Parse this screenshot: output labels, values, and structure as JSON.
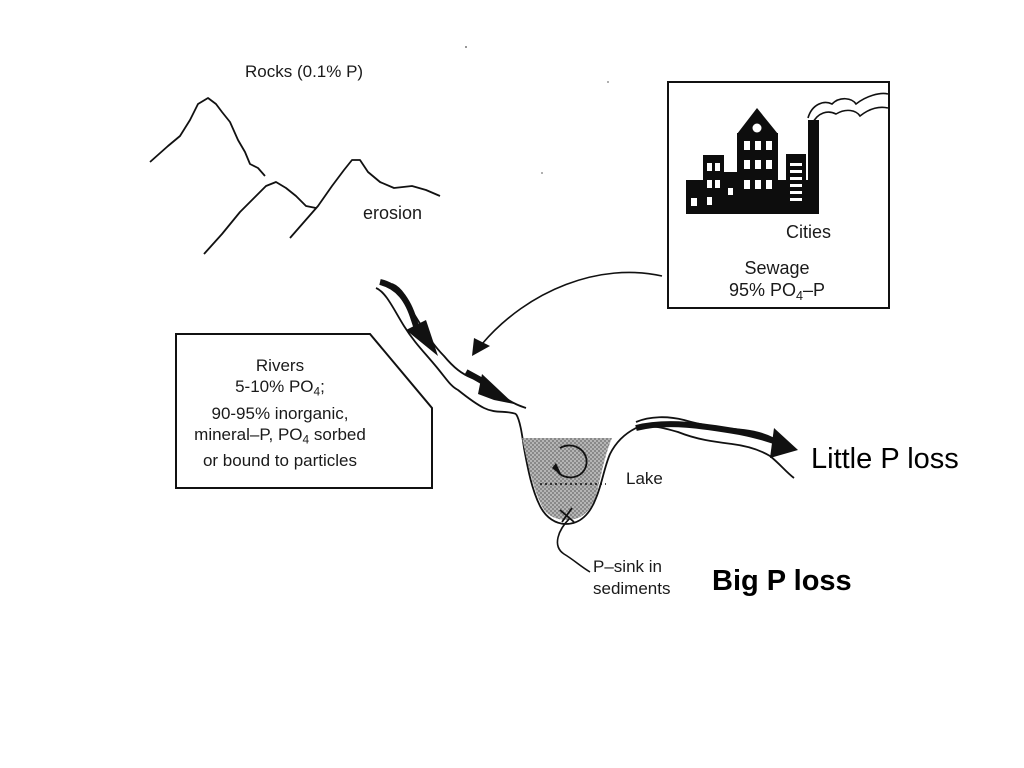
{
  "labels": {
    "rocks": "Rocks (0.1% P)",
    "erosion": "erosion",
    "cities": "Cities",
    "sewage_title": "Sewage",
    "sewage_pct": "95% PO",
    "sewage_sub": "4",
    "sewage_suffix": "–P",
    "rivers_title": "Rivers",
    "rivers_line2_prefix": "5-10% PO",
    "rivers_line2_sub": "4",
    "rivers_line2_suffix": ";",
    "rivers_line3": "90-95% inorganic,",
    "rivers_line4_prefix": "mineral–P, PO",
    "rivers_line4_sub": "4",
    "rivers_line4_suffix": " sorbed",
    "rivers_line5": "or bound to particles",
    "lake": "Lake",
    "psink_line1": "P–sink in",
    "psink_line2": "sediments",
    "little_loss": "Little P loss",
    "big_loss": "Big P loss"
  },
  "colors": {
    "ink": "#111111",
    "lake_fill": "#9a9a9a",
    "building": "#0d0d0d"
  },
  "icons": [
    "mountains",
    "city-skyline",
    "smokestack",
    "flow-arrow",
    "circulation-arrow"
  ]
}
